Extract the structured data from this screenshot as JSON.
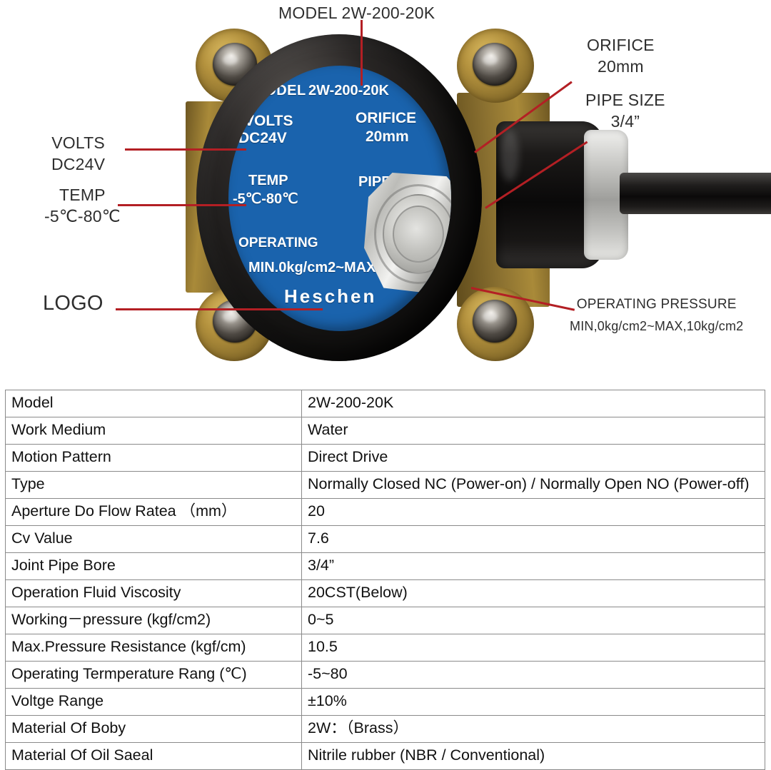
{
  "diagram": {
    "callouts": [
      {
        "id": "model",
        "lines": [
          "MODEL 2W-200-20K"
        ]
      },
      {
        "id": "orifice",
        "lines": [
          "ORIFICE",
          "20mm"
        ]
      },
      {
        "id": "pipe",
        "lines": [
          "PIPE SIZE",
          "3/4”"
        ]
      },
      {
        "id": "volts",
        "lines": [
          "VOLTS",
          "DC24V"
        ]
      },
      {
        "id": "temp",
        "lines": [
          "TEMP",
          "-5℃-80℃"
        ]
      },
      {
        "id": "logo",
        "lines": [
          "LOGO"
        ]
      },
      {
        "id": "pressure",
        "lines": [
          "OPERATING PRESSURE",
          "MIN,0kg/cm2~MAX,10kg/cm2"
        ]
      }
    ],
    "label": {
      "model_key": "MODEL",
      "model_value": "2W-200-20K",
      "volts_key": "VOLTS",
      "volts_value": "DC24V",
      "orifice_key": "ORIFICE",
      "orifice_value": "20mm",
      "temp_key": "TEMP",
      "temp_value": "-5℃-80℃",
      "pipe_key": "PIPE SIZE",
      "pipe_value": "3/4”",
      "operating": "OPERATING",
      "pressure": "PRESSURE",
      "minmax": "MIN.0kg/cm2~MAX.10kg/cm2",
      "brand": "Heschen"
    },
    "colors": {
      "label_blue": "#1a63ad",
      "leader_red": "#b31f24",
      "brass": "#a98a39",
      "coil_black": "#141312",
      "callout_text": "#2e2e2e"
    }
  },
  "spec_table": {
    "rows": [
      {
        "key": "Model",
        "value": "2W-200-20K"
      },
      {
        "key": "Work Medium",
        "value": "Water"
      },
      {
        "key": "Motion Pattern",
        "value": "Direct Drive"
      },
      {
        "key": "Type",
        "value": "Normally Closed NC (Power-on) / Normally Open NO (Power-off)"
      },
      {
        "key": "Aperture Do Flow Ratea （mm）",
        "value": "20"
      },
      {
        "key": "Cv Value",
        "value": "7.6"
      },
      {
        "key": "Joint Pipe Bore",
        "value": "3/4”"
      },
      {
        "key": "Operation Fluid Viscosity",
        "value": "20CST(Below)"
      },
      {
        "key": "Working－pressure (kgf/cm2)",
        "value": "0~5"
      },
      {
        "key": "Max.Pressure Resistance (kgf/cm)",
        "value": "10.5"
      },
      {
        "key": "Operating Termperature Rang (℃)",
        "value": "-5~80"
      },
      {
        "key": "Voltge Range",
        "value": "±10%"
      },
      {
        "key": "Material Of Boby",
        "value": "2W：（Brass）"
      },
      {
        "key": "Material Of Oil Saeal",
        "value": "Nitrile rubber (NBR / Conventional)"
      }
    ]
  }
}
